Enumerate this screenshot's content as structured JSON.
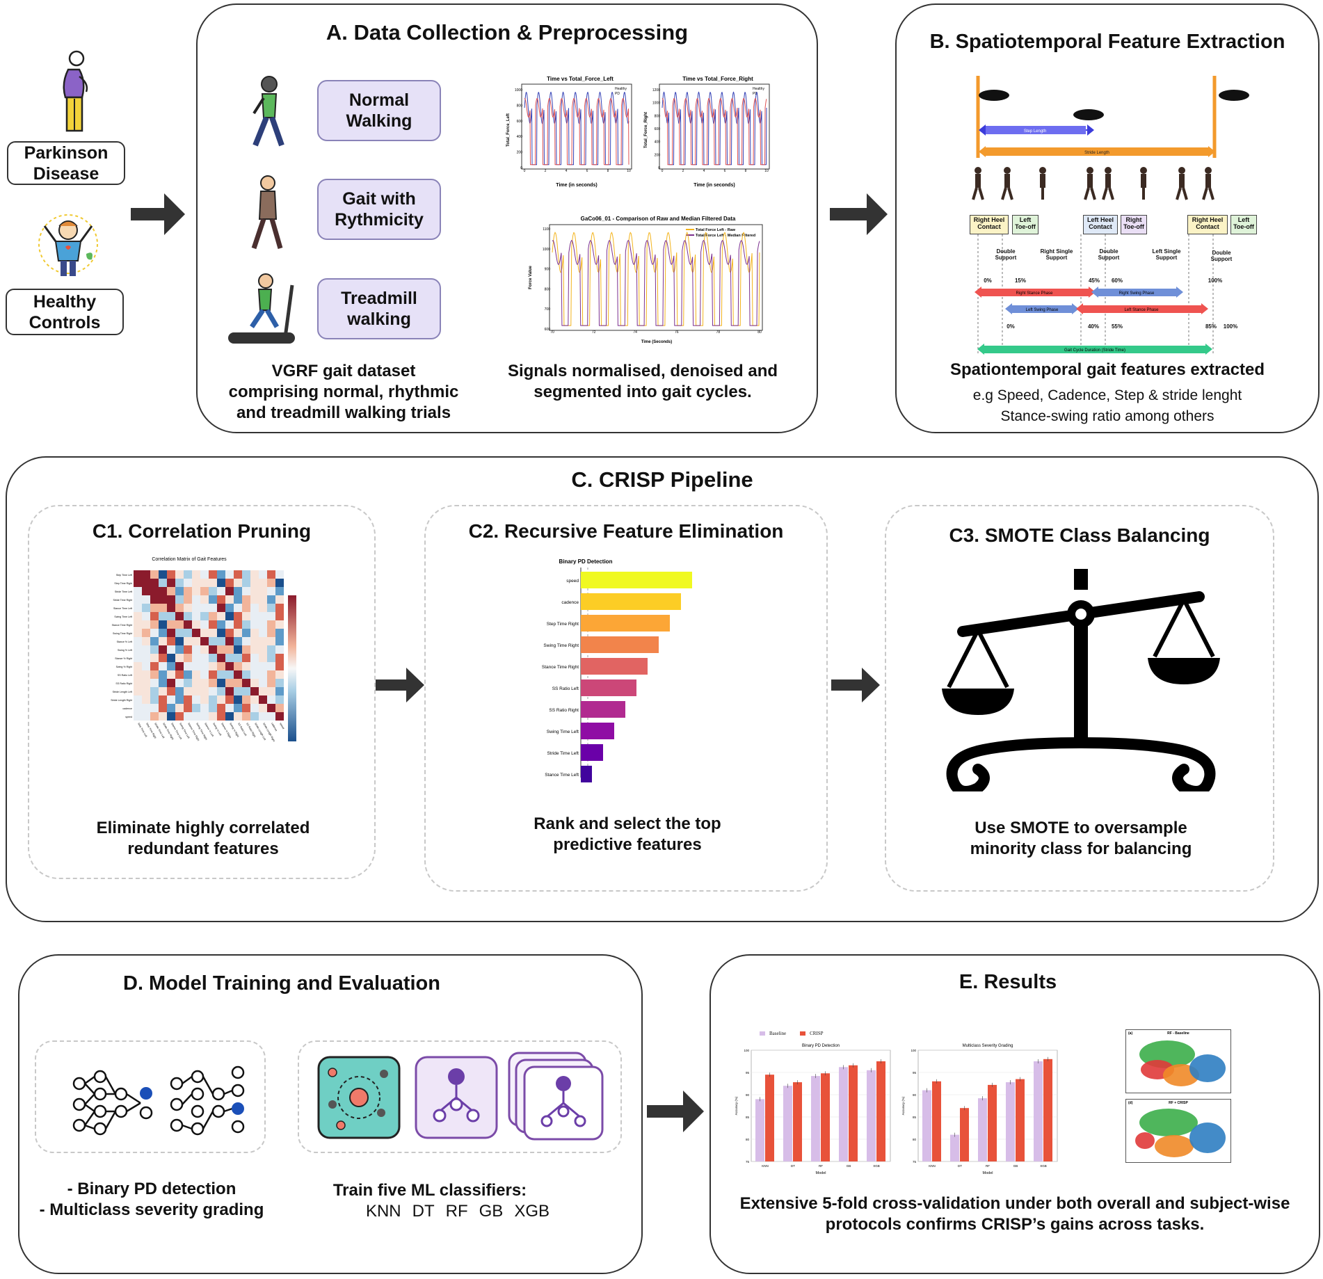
{
  "left": {
    "pd_label": "Parkinson Disease",
    "hc_label": "Healthy Controls"
  },
  "panelA": {
    "title": "A. Data Collection & Preprocessing",
    "activities": [
      "Normal Walking",
      "Gait with Rythmicity",
      "Treadmill walking"
    ],
    "caption_left": "VGRF gait dataset comprising normal, rhythmic and treadmill walking trials",
    "caption_right": "Signals normalised, denoised and segmented into gait cycles.",
    "plot_left": {
      "title": "Time vs Total_Force_Left",
      "ylabel": "Total_Force_Left",
      "xlabel": "Time (in seconds)",
      "legend": [
        "Healthy",
        "PD"
      ],
      "yticks": [
        "1000",
        "800",
        "600",
        "400",
        "200",
        "0"
      ],
      "xticks": [
        "0",
        "2",
        "4",
        "6",
        "8",
        "10"
      ]
    },
    "plot_right": {
      "title": "Time vs Total_Force_Right",
      "ylabel": "Total_Force_Right",
      "xlabel": "Time (in seconds)",
      "legend": [
        "Healthy",
        "PD"
      ],
      "yticks": [
        "1200",
        "1000",
        "800",
        "600",
        "400",
        "200",
        "0"
      ],
      "xticks": [
        "0",
        "2",
        "4",
        "6",
        "8",
        "10"
      ]
    },
    "plot_bottom": {
      "title": "GaCo06_01 - Comparison of Raw and Median Filtered Data",
      "ylabel": "Force Value",
      "xlabel": "Time (Seconds)",
      "legend": [
        "Total Force Left - Raw",
        "Total Force Left - Median Filtered"
      ],
      "yticks": [
        "1100",
        "1000",
        "900",
        "800",
        "700",
        "600"
      ],
      "xticks": [
        "70",
        "72",
        "74",
        "76",
        "78",
        "80"
      ]
    }
  },
  "panelB": {
    "title": "B. Spatiotemporal Feature Extraction",
    "step_length": "Step Length",
    "stride_length": "Stride Length",
    "events": [
      "Right Heel Contact",
      "Left Toe-off",
      "Left Heel Contact",
      "Right Toe-off",
      "Right Heel Contact",
      "Left Toe-off"
    ],
    "supports": [
      "Double Support",
      "Right Single Support",
      "Double Support",
      "Left Single Support",
      "Double Support"
    ],
    "percents_top": [
      "0%",
      "15%",
      "45%",
      "60%",
      "100%"
    ],
    "percents_bottom": [
      "0%",
      "40%",
      "55%",
      "85%",
      "100%"
    ],
    "phases": [
      "Right Stance Phase",
      "Right Swing Phase",
      "Left Swing Phase",
      "Left Stance Phase"
    ],
    "gait_cycle": "Gait Cycle Duration (Stride Time)",
    "caption_title": "Spationtemporal gait features extracted",
    "caption_line1": "e.g Speed, Cadence, Step & stride lenght",
    "caption_line2": "Stance-swing ratio among others"
  },
  "panelC": {
    "title": "C. CRISP Pipeline",
    "c1_title": "C1. Correlation Pruning",
    "c1_caption": "Eliminate highly correlated redundant features",
    "c1_heatmap_title": "Correlation Matrix of Gait Features",
    "c1_features": [
      "Step Time Left",
      "Step Time Right",
      "Stride Time Left",
      "Stride Time Right",
      "Stance Time Left",
      "Swing Time Left",
      "Stance Time Right",
      "Swing Time Right",
      "Stance % Left",
      "Swing % Left",
      "Stance % Right",
      "Swing % Right",
      "SS Ratio Left",
      "SS Ratio Right",
      "Stride Length Left",
      "Stride Length Right",
      "cadence",
      "speed"
    ],
    "c2_title": "C2. Recursive Feature Elimination",
    "c2_caption": "Rank and select the top predictive features",
    "c3_title": "C3. SMOTE Class Balancing",
    "c3_caption": "Use SMOTE to oversample minority class for balancing"
  },
  "panelD": {
    "title": "D. Model Training and Evaluation",
    "task1": "- Binary PD detection",
    "task2": "- Multiclass severity grading",
    "train_label": "Train five ML classifiers:",
    "classifiers": [
      "KNN",
      "DT",
      "RF",
      "GB",
      "XGB"
    ]
  },
  "panelE": {
    "title": "E. Results",
    "caption": "Extensive 5-fold cross-validation under both overall and subject-wise protocols confirms CRISP’s gains across tasks.",
    "tsne_titles": [
      "RF - Baseline",
      "RF + CRISP"
    ],
    "tsne_tags": [
      "(a)",
      "(d)"
    ]
  },
  "colors": {
    "baseline": "#d7bde8",
    "crisp": "#e8523a",
    "activity_fill": "#e6e1f7",
    "orange_line": "#f39a2c",
    "stance_red": "#ef5350",
    "swing_blue": "#6f8fd8",
    "gait_green": "#34c98a"
  },
  "chart_data": [
    {
      "type": "bar",
      "title": "Binary PD Detection",
      "categories": [
        "speed",
        "cadence",
        "Step Time Right",
        "Swing Time Right",
        "Stance Time Right",
        "SS Ratio Left",
        "SS Ratio Right",
        "Swing Time Left",
        "Stride Time Left",
        "Stance Time Left"
      ],
      "values": [
        1.0,
        0.9,
        0.8,
        0.7,
        0.6,
        0.5,
        0.4,
        0.3,
        0.2,
        0.1
      ],
      "orientation": "horizontal"
    },
    {
      "type": "bar",
      "title": "Binary PD Detection",
      "legend": [
        "Baseline",
        "CRISP"
      ],
      "xlabel": "Model",
      "ylabel": "Accuracy (%)",
      "categories": [
        "KNN",
        "DT",
        "RF",
        "GB",
        "XGB"
      ],
      "ylim": [
        75,
        100
      ],
      "yticks": [
        "100",
        "95",
        "90",
        "85",
        "80",
        "75"
      ],
      "series": [
        {
          "name": "Baseline",
          "values": [
            89.0,
            92.0,
            94.2,
            96.2,
            95.5
          ]
        },
        {
          "name": "CRISP",
          "values": [
            94.5,
            92.8,
            94.8,
            96.6,
            97.5
          ]
        }
      ]
    },
    {
      "type": "bar",
      "title": "Multiclass Severity Grading",
      "xlabel": "Model",
      "ylabel": "Accuracy (%)",
      "categories": [
        "KNN",
        "DT",
        "RF",
        "GB",
        "XGB"
      ],
      "ylim": [
        75,
        100
      ],
      "yticks": [
        "100",
        "95",
        "90",
        "85",
        "80",
        "75"
      ],
      "series": [
        {
          "name": "Baseline",
          "values": [
            91.0,
            81.0,
            89.2,
            92.8,
            97.5
          ]
        },
        {
          "name": "CRISP",
          "values": [
            93.0,
            87.0,
            92.2,
            93.5,
            98.0
          ]
        }
      ]
    }
  ]
}
